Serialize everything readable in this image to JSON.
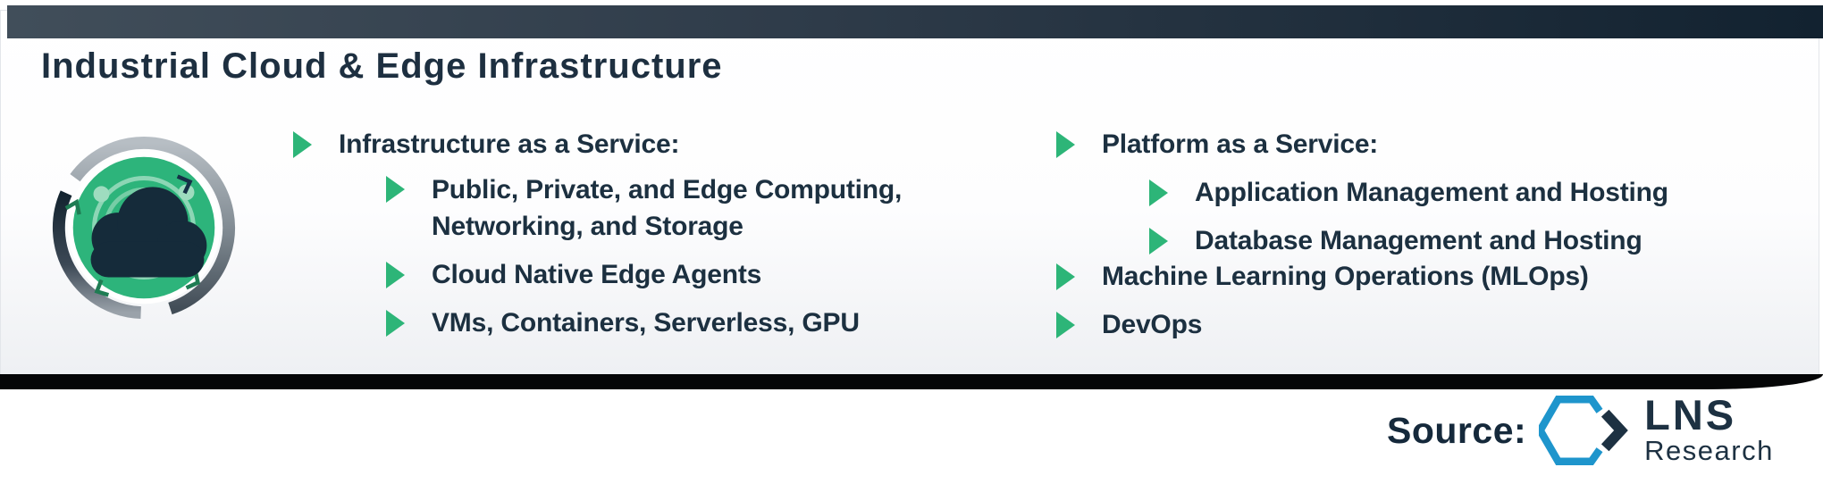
{
  "title": "Industrial Cloud & Edge Infrastructure",
  "columns": [
    {
      "items": [
        {
          "label": "Infrastructure as a Service:",
          "level": 1
        },
        {
          "label": "Public, Private, and Edge Computing, Networking, and Storage",
          "level": 2
        },
        {
          "label": "Cloud Native Edge Agents",
          "level": 2
        },
        {
          "label": "VMs, Containers, Serverless, GPU",
          "level": 2
        }
      ]
    },
    {
      "items": [
        {
          "label": "Platform as a Service:",
          "level": 1
        },
        {
          "label": "Application Management and Hosting",
          "level": 2
        },
        {
          "label": "Database Management and Hosting",
          "level": 2
        },
        {
          "label": "Machine Learning Operations (MLOps)",
          "level": 1
        },
        {
          "label": "DevOps",
          "level": 1
        }
      ]
    }
  ],
  "source": {
    "label": "Source:",
    "logo_line1": "LNS",
    "logo_line2": "Research"
  },
  "icon": {
    "name": "cloud-sync-badge"
  },
  "colors": {
    "accent_green": "#2db578",
    "icon_green": "#2db47b",
    "orbit_green": "#9edcbf",
    "text_navy": "#1c3040",
    "topbar_left": "#414e5a",
    "topbar_right": "#122230",
    "bottom_strip": "#050607",
    "logo_blue": "#1e95cc",
    "logo_navy": "#1d3142"
  }
}
